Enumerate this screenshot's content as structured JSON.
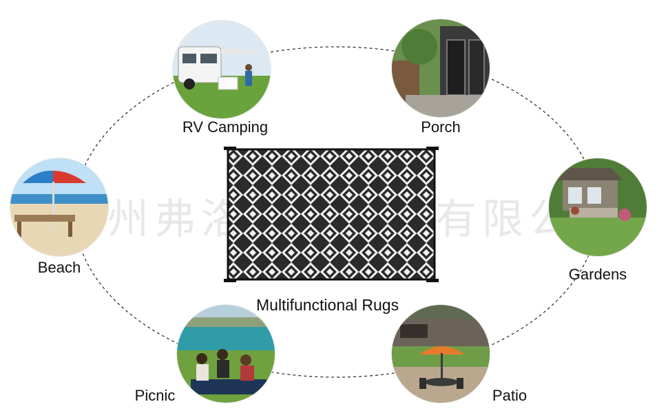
{
  "center": {
    "title": "Multifunctional Rugs"
  },
  "watermark": "台州弗洛尔新材料有限公司",
  "scenes": [
    {
      "id": "rv-camping",
      "label": "RV Camping"
    },
    {
      "id": "porch",
      "label": "Porch"
    },
    {
      "id": "beach",
      "label": "Beach"
    },
    {
      "id": "gardens",
      "label": "Gardens"
    },
    {
      "id": "picnic",
      "label": "Picnic"
    },
    {
      "id": "patio",
      "label": "Patio"
    }
  ],
  "colors": {
    "rug_dark": "#2b2b2b",
    "rug_light": "#f2f2f2",
    "ring": "#222222"
  }
}
